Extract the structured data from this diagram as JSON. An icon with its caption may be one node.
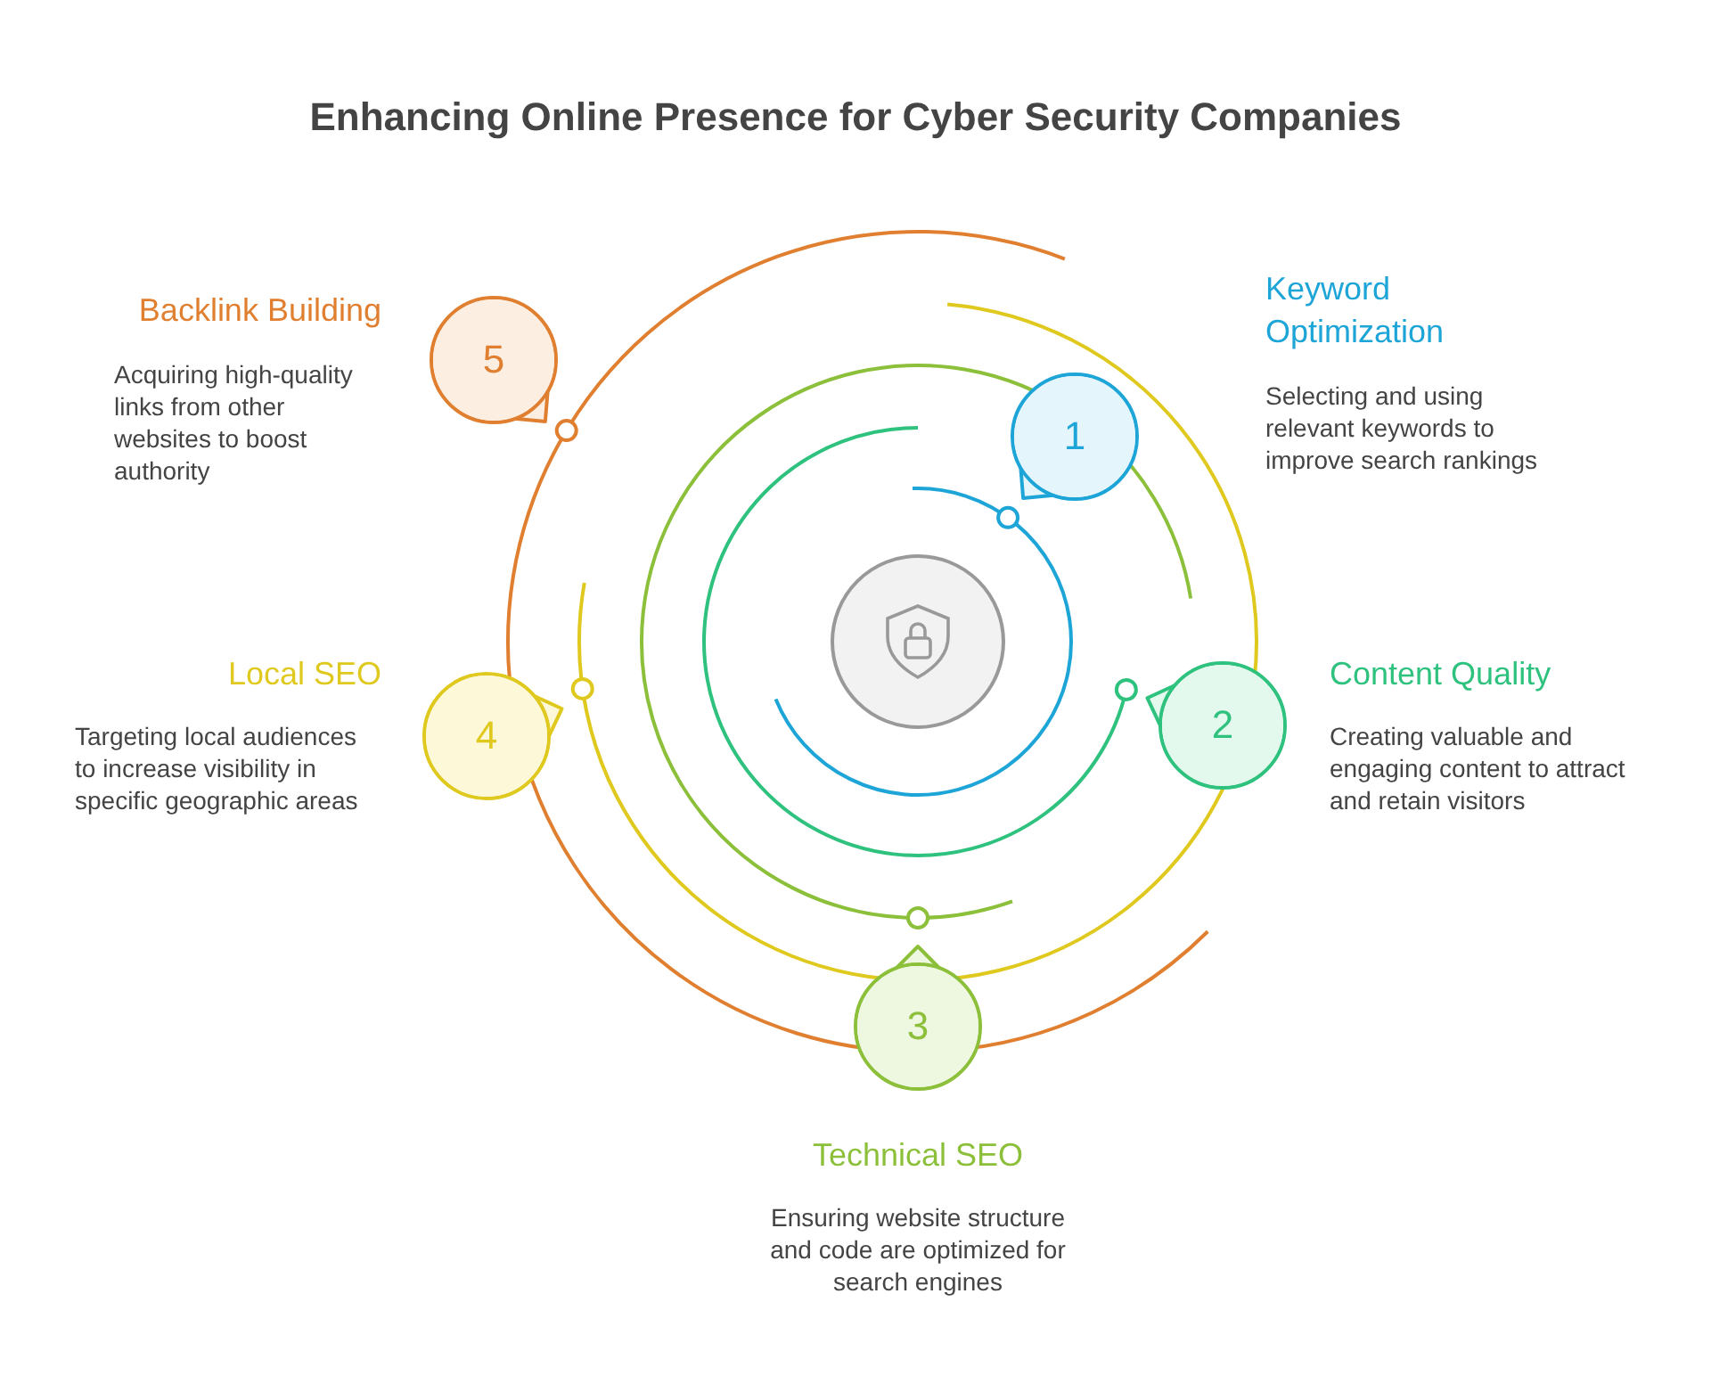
{
  "diagram": {
    "title": "Enhancing Online Presence for Cyber Security Companies",
    "nodes": [
      {
        "text": [],
        "shape": "circle"
      },
      {
        "text": [
          "1"
        ],
        "beside": [
          "Keyword Optimization",
          "Selecting and using relevant keywords to improve search rankings"
        ]
      },
      {
        "text": [
          "2"
        ],
        "beside": [
          "Content Quality",
          "Creating valuable and engaging content to attract and retain visitors"
        ]
      },
      {
        "text": [
          "3"
        ],
        "beside": [
          "Technical SEO",
          "Ensuring website structure and code are optimized for search engines"
        ]
      },
      {
        "text": [
          "4"
        ],
        "beside": [
          "Local SEO",
          "Targeting local audiences to increase visibility in specific geographic areas"
        ]
      },
      {
        "text": [
          "5"
        ],
        "beside": [
          "Backlink Building",
          "Acquiring high-quality links from other websites to boost authority"
        ]
      }
    ]
  }
}
